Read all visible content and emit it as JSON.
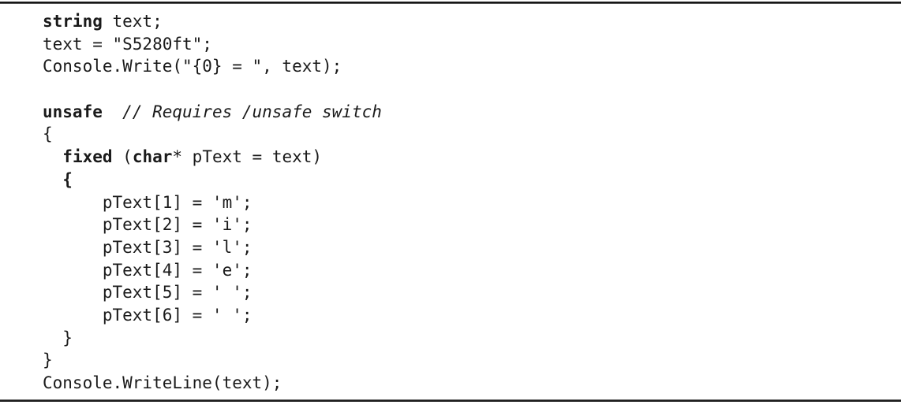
{
  "page": {
    "background_color": "#ffffff",
    "text_color": "#1a1a1a",
    "rule_color": "#1b1b1b"
  },
  "code": {
    "language": "csharp",
    "lines": [
      {
        "segments": [
          {
            "text": "string",
            "bold": true
          },
          {
            "text": " text;"
          }
        ]
      },
      {
        "segments": [
          {
            "text": "text = \"S5280ft\";"
          }
        ]
      },
      {
        "segments": [
          {
            "text": "Console.Write(\"{0} = \", text);"
          }
        ]
      },
      {
        "segments": [
          {
            "text": ""
          }
        ]
      },
      {
        "segments": [
          {
            "text": "unsafe",
            "bold": true
          },
          {
            "text": "  "
          },
          {
            "text": "// Requires /unsafe switch",
            "italic": true
          }
        ]
      },
      {
        "segments": [
          {
            "text": "{"
          }
        ]
      },
      {
        "segments": [
          {
            "text": "  "
          },
          {
            "text": "fixed",
            "bold": true
          },
          {
            "text": " ("
          },
          {
            "text": "char",
            "bold": true
          },
          {
            "text": "* pText = text)"
          }
        ]
      },
      {
        "segments": [
          {
            "text": "  "
          },
          {
            "text": "{",
            "bold": true
          }
        ]
      },
      {
        "segments": [
          {
            "text": "      pText[1] = 'm';"
          }
        ]
      },
      {
        "segments": [
          {
            "text": "      pText[2] = 'i';"
          }
        ]
      },
      {
        "segments": [
          {
            "text": "      pText[3] = 'l';"
          }
        ]
      },
      {
        "segments": [
          {
            "text": "      pText[4] = 'e';"
          }
        ]
      },
      {
        "segments": [
          {
            "text": "      pText[5] = ' ';"
          }
        ]
      },
      {
        "segments": [
          {
            "text": "      pText[6] = ' ';"
          }
        ]
      },
      {
        "segments": [
          {
            "text": "  }"
          }
        ]
      },
      {
        "segments": [
          {
            "text": "}"
          }
        ]
      },
      {
        "segments": [
          {
            "text": "Console.WriteLine(text);"
          }
        ]
      }
    ]
  }
}
